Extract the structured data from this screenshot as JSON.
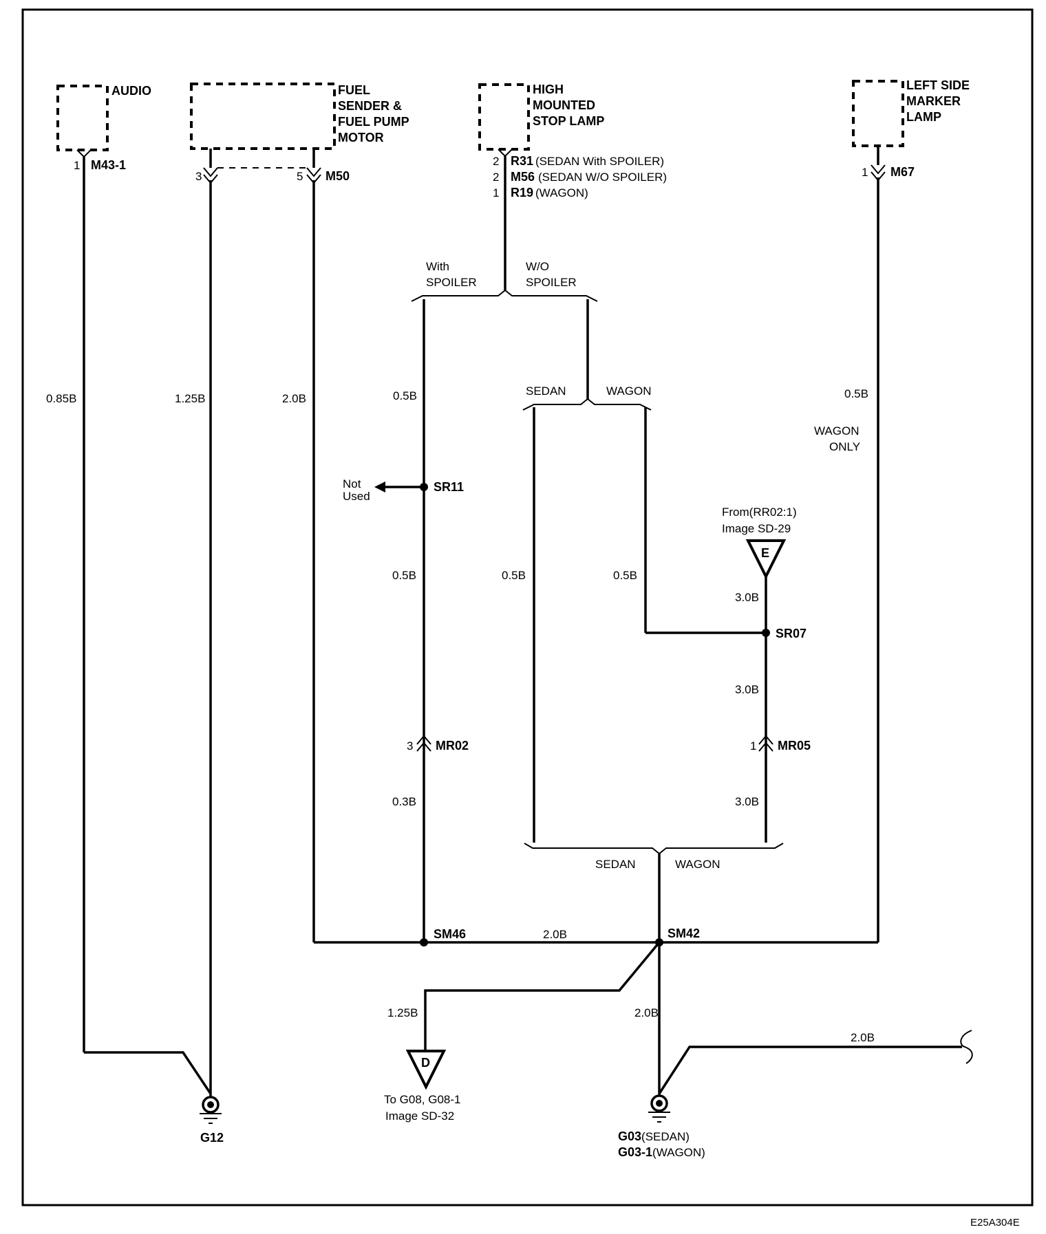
{
  "diagram": {
    "code": "E25A304E",
    "components": {
      "audio": "AUDIO",
      "fuel": [
        "FUEL",
        "SENDER &",
        "FUEL PUMP",
        "MOTOR"
      ],
      "hmsl": [
        "HIGH",
        "MOUNTED",
        "STOP LAMP"
      ],
      "marker": [
        "LEFT SIDE",
        "MARKER",
        "LAMP"
      ]
    },
    "connectors": {
      "m43": {
        "pin": "1",
        "name": "M43-1"
      },
      "m50a": {
        "pin": "3"
      },
      "m50b": {
        "pin": "5",
        "name": "M50"
      },
      "hmsl": [
        {
          "pin": "2",
          "name": "R31",
          "note": "(SEDAN With SPOILER)"
        },
        {
          "pin": "2",
          "name": "M56",
          "note": "(SEDAN W/O SPOILER)"
        },
        {
          "pin": "1",
          "name": "R19",
          "note": "(WAGON)"
        }
      ],
      "m67": {
        "pin": "1",
        "name": "M67"
      },
      "mr02": {
        "pin": "3",
        "name": "MR02"
      },
      "mr05": {
        "pin": "1",
        "name": "MR05"
      }
    },
    "splices": {
      "sr11": "SR11",
      "sr07": "SR07",
      "sm46": "SM46",
      "sm42": "SM42"
    },
    "branches": {
      "with_spoiler": [
        "With",
        "SPOILER"
      ],
      "wo_spoiler": [
        "W/O",
        "SPOILER"
      ],
      "sedan1": "SEDAN",
      "wagon1": "WAGON",
      "sedan2": "SEDAN",
      "wagon2": "WAGON",
      "wagon_only": [
        "WAGON",
        "ONLY"
      ]
    },
    "wires": {
      "audio": "0.85B",
      "fuel3": "1.25B",
      "fuel5": "2.0B",
      "spoiler_top": "0.5B",
      "spoiler_mid": "0.5B",
      "spoiler_low": "0.3B",
      "sedan": "0.5B",
      "wagon": "0.5B",
      "e_in": "3.0B",
      "sr07_down": "3.0B",
      "mr05_down": "3.0B",
      "marker": "0.5B",
      "bus": "2.0B",
      "to_d": "1.25B",
      "to_g03": "2.0B",
      "right_out": "2.0B"
    },
    "not_used": [
      "Not",
      "Used"
    ],
    "offpage_e": {
      "letter": "E",
      "text": [
        "From(RR02:1)",
        "Image   SD-29"
      ]
    },
    "offpage_d": {
      "letter": "D",
      "text": [
        "To G08, G08-1",
        "Image   SD-32"
      ]
    },
    "grounds": {
      "g12": "G12",
      "g03": [
        "G03",
        "(SEDAN)"
      ],
      "g03_1": [
        "G03-1",
        "(WAGON)"
      ]
    }
  }
}
